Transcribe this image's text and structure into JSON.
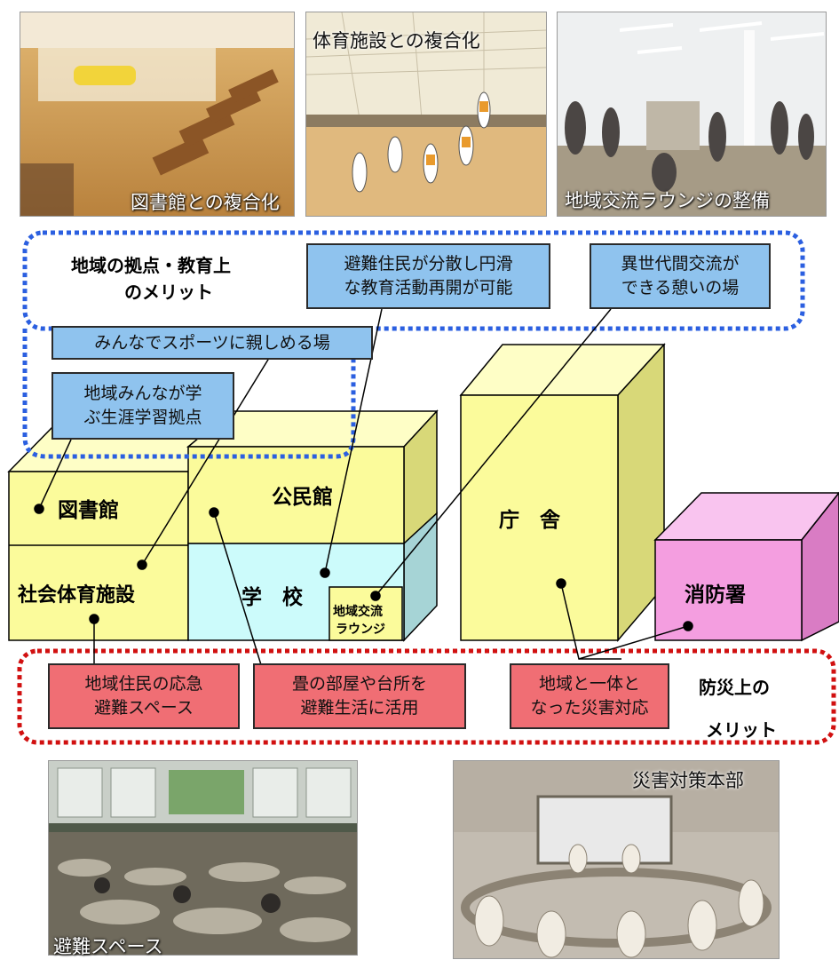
{
  "photos": {
    "library": "図書館との複合化",
    "gym": "体育施設との複合化",
    "lounge": "地域交流ラウンジの整備",
    "evacuation": "避難スペース",
    "hq": "災害対策本部"
  },
  "sections": {
    "education_merit": [
      "地域の拠点・教育上",
      "のメリット"
    ],
    "disaster_merit": [
      "防災上の",
      "メリット"
    ]
  },
  "callouts": {
    "dispersed": [
      "避難住民が分散し円滑",
      "な教育活動再開が可能"
    ],
    "intergenerational": [
      "異世代間交流が",
      "できる憩いの場"
    ],
    "sports": [
      "みんなでスポーツに親しめる場"
    ],
    "lifelong": [
      "地域みんなが学",
      "ぶ生涯学習拠点"
    ],
    "emergency": [
      "地域住民の応急",
      "避難スペース"
    ],
    "tatami": [
      "畳の部屋や台所を",
      "避難生活に活用"
    ],
    "unified": [
      "地域と一体と",
      "なった災害対応"
    ]
  },
  "buildings": {
    "library": "図書館",
    "kominkan": "公民館",
    "gym": "社会体育施設",
    "school": "学　校",
    "lounge": [
      "地域交流",
      "ラウンジ"
    ],
    "office": "庁　舎",
    "fire": "消防署"
  },
  "colors": {
    "yellow": "#fbfb9b",
    "yellow_side": "#d8d878",
    "yellow_top": "#fefec6",
    "cyan": "#ccfbfb",
    "cyan_side": "#a6d4d6",
    "pink": "#f49ee0",
    "pink_side": "#d97cc4",
    "pink_top": "#f9c4ef",
    "callout_blue": "#8fc3ee",
    "callout_red": "#f06e74",
    "dotted_blue": "#2b5fe0",
    "dotted_red": "#d11010"
  }
}
